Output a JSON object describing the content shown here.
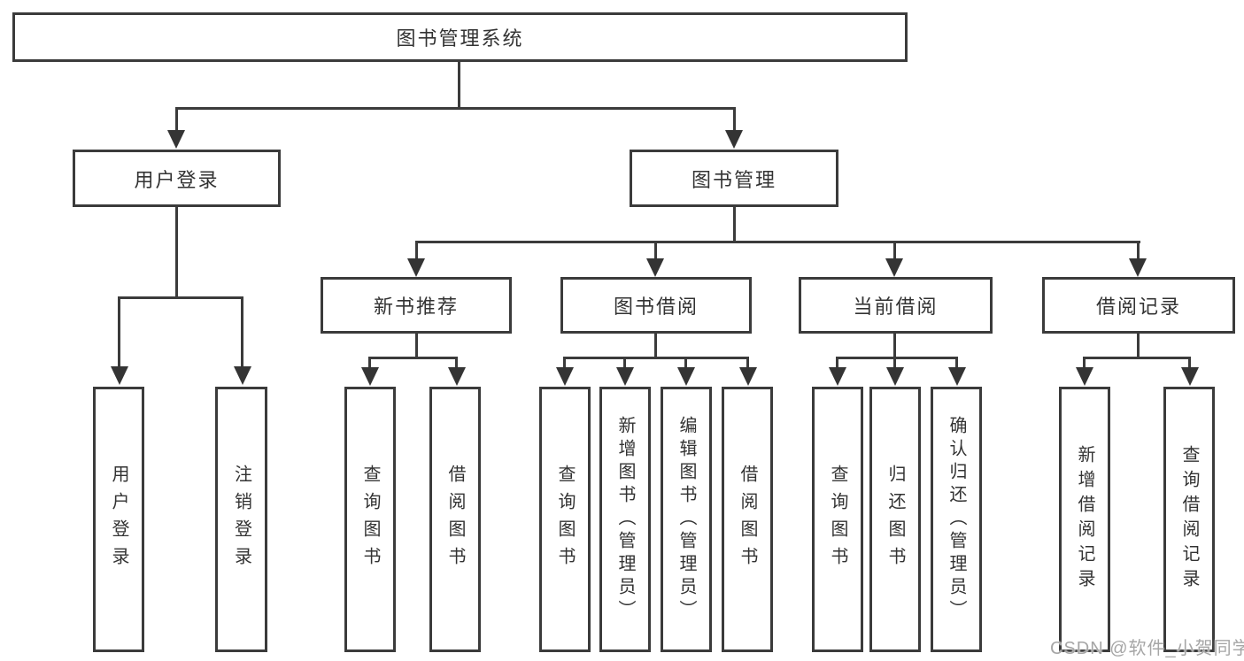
{
  "diagram": {
    "title": "图书管理系统",
    "root": {
      "label": "图书管理系统"
    },
    "branches": [
      {
        "label": "用户登录",
        "children": [
          {
            "label": "用户登录"
          },
          {
            "label": "注销登录"
          }
        ]
      },
      {
        "label": "图书管理",
        "children": [
          {
            "label": "新书推荐",
            "children": [
              {
                "label": "查询图书"
              },
              {
                "label": "借阅图书"
              }
            ]
          },
          {
            "label": "图书借阅",
            "children": [
              {
                "label": "查询图书"
              },
              {
                "label": "新增图书（管理员）"
              },
              {
                "label": "编辑图书（管理员）"
              },
              {
                "label": "借阅图书"
              }
            ]
          },
          {
            "label": "当前借阅",
            "children": [
              {
                "label": "查询图书"
              },
              {
                "label": "归还图书"
              },
              {
                "label": "确认归还（管理员）"
              }
            ]
          },
          {
            "label": "借阅记录",
            "children": [
              {
                "label": "新增借阅记录"
              },
              {
                "label": "查询借阅记录"
              }
            ]
          }
        ]
      }
    ]
  },
  "watermark": {
    "text": "CSDN @软件_小贺同学"
  },
  "colors": {
    "line": "#3b3b3b",
    "text": "#333333",
    "watermark": "#a6a6a6",
    "background": "#ffffff"
  }
}
